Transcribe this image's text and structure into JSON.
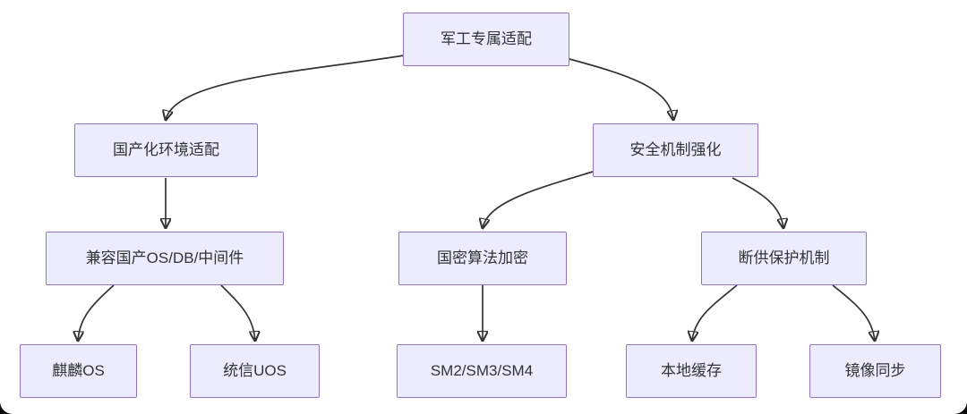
{
  "diagram": {
    "type": "flowchart-tree",
    "direction": "top-down",
    "nodes": [
      {
        "id": "root",
        "label": "军工专属适配"
      },
      {
        "id": "domestic",
        "label": "国产化环境适配"
      },
      {
        "id": "security",
        "label": "安全机制强化"
      },
      {
        "id": "compat",
        "label": "兼容国产OS/DB/中间件"
      },
      {
        "id": "guomi",
        "label": "国密算法加密"
      },
      {
        "id": "supply",
        "label": "断供保护机制"
      },
      {
        "id": "kylin",
        "label": "麒麟OS"
      },
      {
        "id": "uos",
        "label": "统信UOS"
      },
      {
        "id": "sm",
        "label": "SM2/SM3/SM4"
      },
      {
        "id": "local-cache",
        "label": "本地缓存"
      },
      {
        "id": "mirror-sync",
        "label": "镜像同步"
      }
    ],
    "edges": [
      {
        "from": "root",
        "to": "domestic"
      },
      {
        "from": "root",
        "to": "security"
      },
      {
        "from": "domestic",
        "to": "compat"
      },
      {
        "from": "security",
        "to": "guomi"
      },
      {
        "from": "security",
        "to": "supply"
      },
      {
        "from": "compat",
        "to": "kylin"
      },
      {
        "from": "compat",
        "to": "uos"
      },
      {
        "from": "guomi",
        "to": "sm"
      },
      {
        "from": "supply",
        "to": "local-cache"
      },
      {
        "from": "supply",
        "to": "mirror-sync"
      }
    ],
    "colors": {
      "node_fill": "#ECECFF",
      "node_border": "#9370DB",
      "edge": "#333333",
      "text": "#333333",
      "background": "#ffffff"
    }
  }
}
